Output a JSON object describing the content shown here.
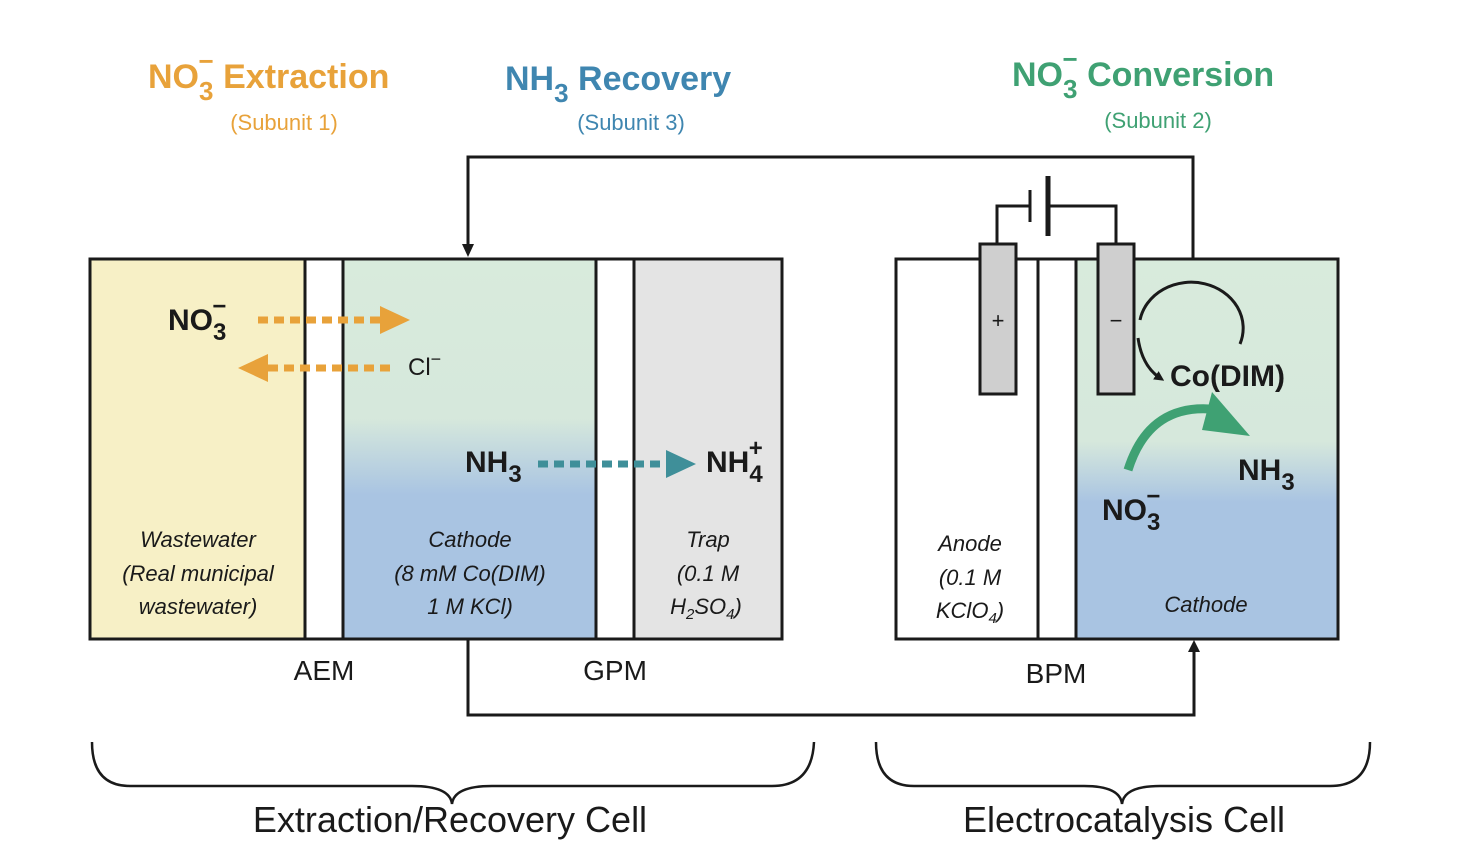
{
  "colors": {
    "extraction": "#e8a23a",
    "recovery": "#3f86b0",
    "conversion": "#3fa173",
    "wastewater_fill": "#f7f0c6",
    "cathode_top": "#d8ebdc",
    "cathode_bottom": "#a9c4e2",
    "trap_fill": "#e4e4e4",
    "electrode_fill": "#cfcfcf",
    "nh3_arrow": "#3f8f99"
  },
  "headers": {
    "extraction": {
      "title_prefix": "NO",
      "sub": "3",
      "sup": "−",
      "title_suffix": " Extraction",
      "subtitle": "(Subunit 1)"
    },
    "recovery": {
      "title_prefix": "NH",
      "sub": "3",
      "title_suffix": " Recovery",
      "subtitle": "(Subunit 3)"
    },
    "conversion": {
      "title_prefix": "NO",
      "sub": "3",
      "sup": "−",
      "title_suffix": " Conversion",
      "subtitle": "(Subunit 2)"
    }
  },
  "left_cell": {
    "wastewater": {
      "line1": "Wastewater",
      "line2": "(Real municipal",
      "line3": "wastewater)"
    },
    "cathode": {
      "line1": "Cathode",
      "line2": "(8 mM Co(DIM)",
      "line3": "1 M KCl)"
    },
    "trap": {
      "line1": "Trap",
      "line2": "(0.1 M",
      "line3_pre": "H",
      "line3_sub1": "2",
      "line3_mid": "SO",
      "line3_sub2": "4",
      "line3_post": ")"
    },
    "species": {
      "no3": {
        "base": "NO",
        "sub": "3",
        "sup": "−"
      },
      "cl": {
        "base": "Cl",
        "sup": "−"
      },
      "nh3": {
        "base": "NH",
        "sub": "3"
      },
      "nh4": {
        "base": "NH",
        "sub": "4",
        "sup": "+"
      }
    },
    "membranes": {
      "aem": "AEM",
      "gpm": "GPM"
    }
  },
  "right_cell": {
    "anode": {
      "line1": "Anode",
      "line2": "(0.1 M",
      "line3_pre": "KClO",
      "line3_sub": "4",
      "line3_post": ")"
    },
    "cathode_label": "Cathode",
    "anode_sign": "+",
    "cathode_sign": "−",
    "catalyst": "Co(DIM)",
    "species": {
      "no3": {
        "base": "NO",
        "sub": "3",
        "sup": "−"
      },
      "nh3": {
        "base": "NH",
        "sub": "3"
      }
    },
    "membranes": {
      "bpm": "BPM"
    }
  },
  "cells": {
    "left": "Extraction/Recovery Cell",
    "right": "Electrocatalysis Cell"
  }
}
